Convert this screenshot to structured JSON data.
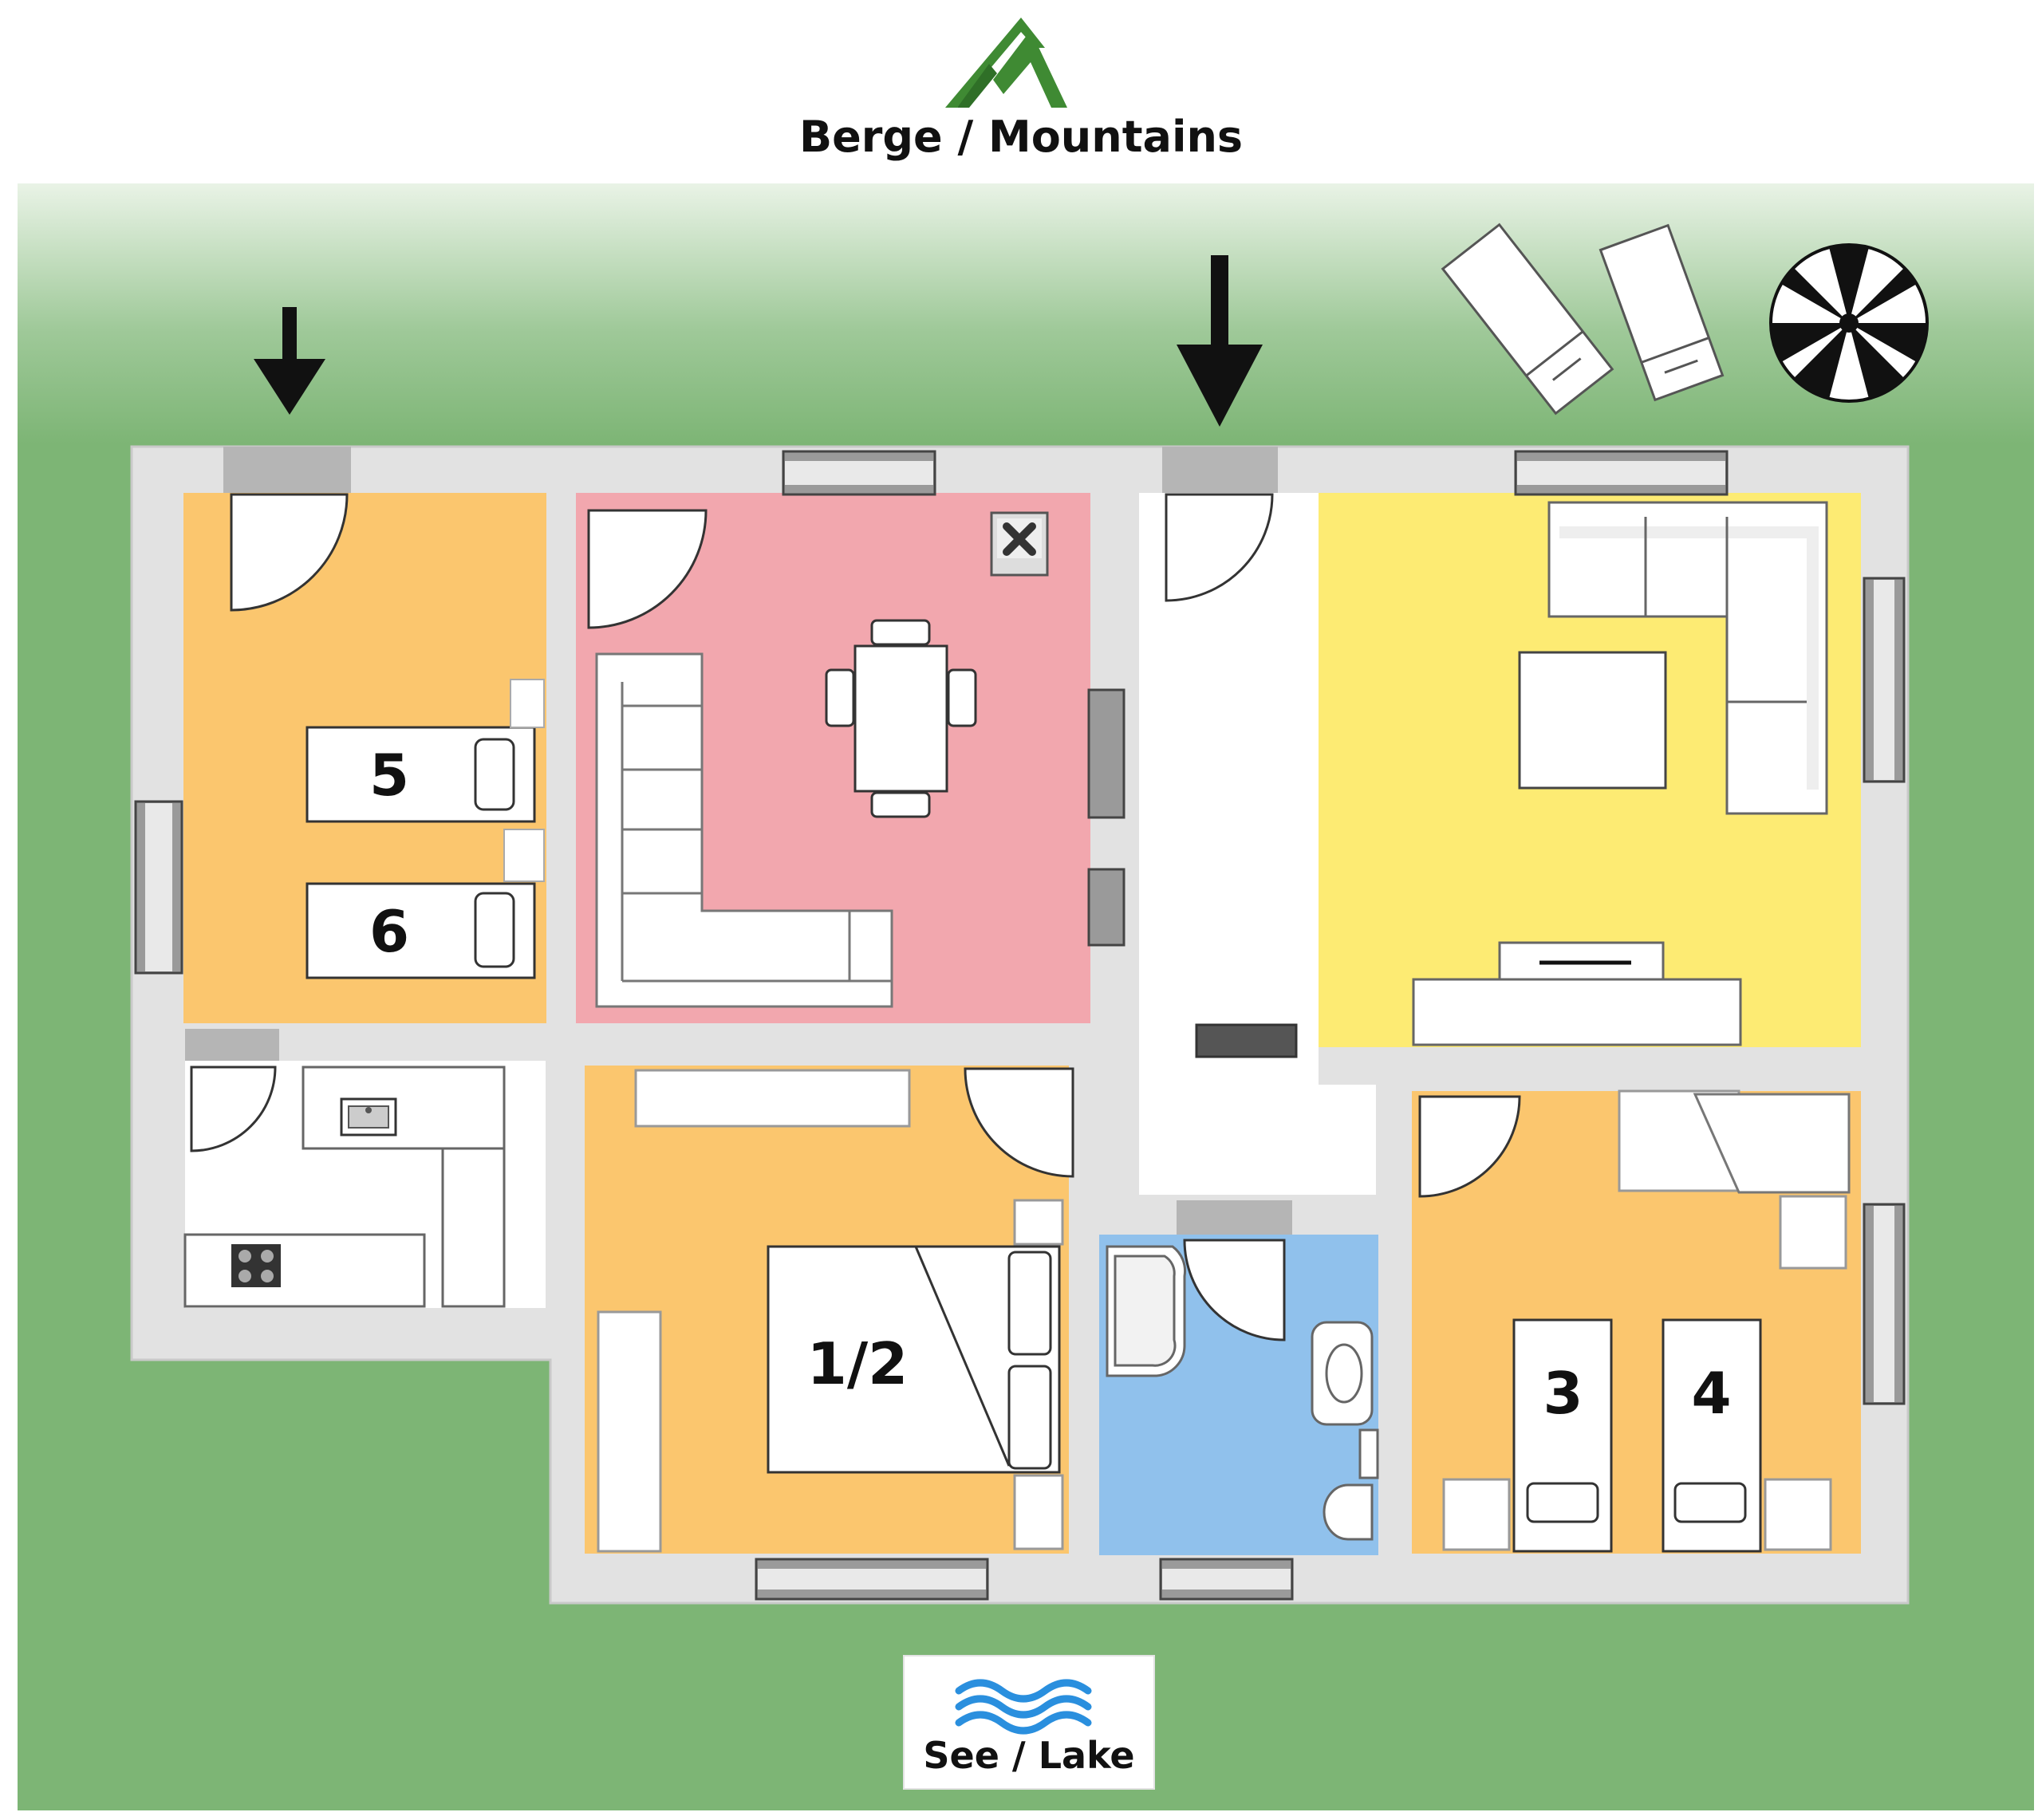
{
  "compass": {
    "north_label": "Berge / Mountains",
    "south_label": "See / Lake",
    "mountain_icon": "mountain-icon",
    "lake_icon": "waves-icon"
  },
  "beds": [
    {
      "id": "bed-5",
      "label": "5"
    },
    {
      "id": "bed-6",
      "label": "6"
    },
    {
      "id": "bed-12",
      "label": "1/2"
    },
    {
      "id": "bed-3",
      "label": "3"
    },
    {
      "id": "bed-4",
      "label": "4"
    }
  ],
  "entrances": [
    "entrance-arrow-icon",
    "entrance-arrow-icon"
  ],
  "colors": {
    "lawn": "#7db575",
    "wall": "#e2e2e2",
    "bedroom": "#fbc66e",
    "dining": "#f2a7ae",
    "living": "#fdeb73",
    "bathroom": "#90c1ec",
    "kitchen": "#ffffff",
    "mountain": "#3f8a33",
    "lake": "#2a8fde"
  }
}
